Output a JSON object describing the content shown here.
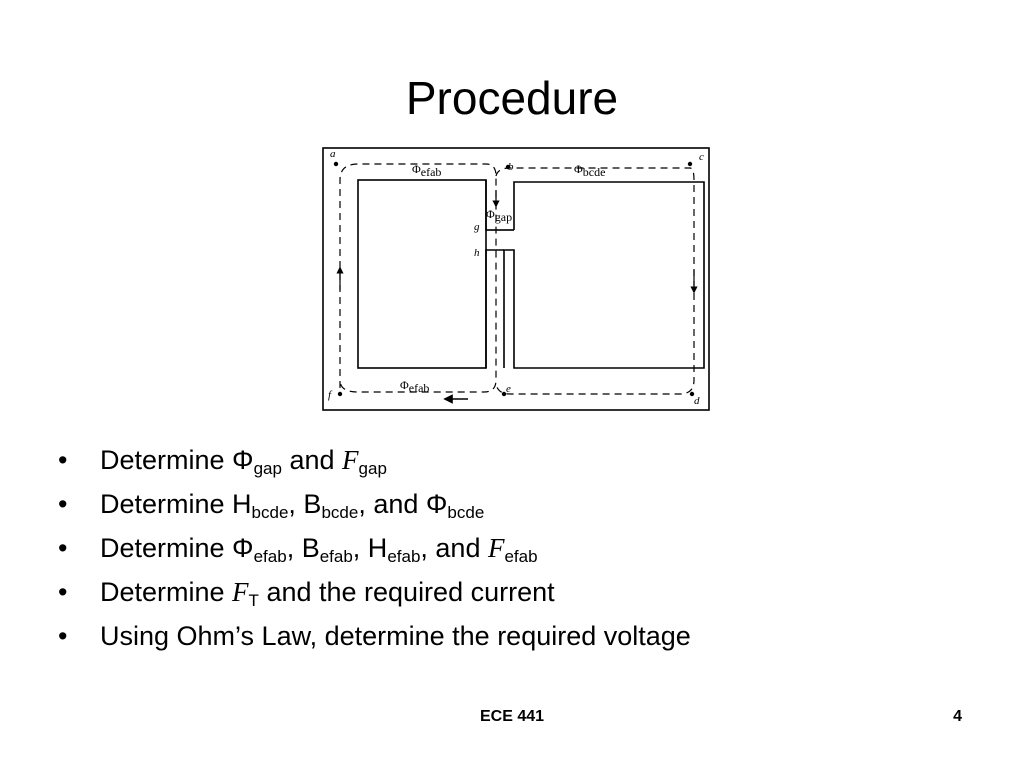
{
  "slide": {
    "title": "Procedure",
    "footer": "ECE 441",
    "page_number": "4"
  },
  "diagram": {
    "node_labels": {
      "a": "a",
      "b": "b",
      "c": "c",
      "d": "d",
      "e": "e",
      "f": "f",
      "g": "g",
      "h": "h"
    },
    "flux_symbol": "Φ",
    "flux_labels": {
      "efab_top": "efab",
      "bcde": "bcde",
      "gap": "gap",
      "efab_bottom": "efab"
    }
  },
  "bullets": [
    {
      "parts": [
        {
          "t": "Determine Φ"
        },
        {
          "sub": "gap"
        },
        {
          "t": " and "
        },
        {
          "script": "F"
        },
        {
          "sub": "gap"
        }
      ]
    },
    {
      "parts": [
        {
          "t": "Determine H"
        },
        {
          "sub": "bcde"
        },
        {
          "t": ", B"
        },
        {
          "sub": "bcde"
        },
        {
          "t": ", and Φ"
        },
        {
          "sub": "bcde"
        }
      ]
    },
    {
      "parts": [
        {
          "t": "Determine Φ"
        },
        {
          "sub": "efab"
        },
        {
          "t": ", B"
        },
        {
          "sub": "efab"
        },
        {
          "t": ", H"
        },
        {
          "sub": "efab"
        },
        {
          "t": ", and "
        },
        {
          "script": "F"
        },
        {
          "sub": "efab"
        }
      ]
    },
    {
      "parts": [
        {
          "t": "Determine "
        },
        {
          "script": "F"
        },
        {
          "sub": "T"
        },
        {
          "t": " and the required current"
        }
      ]
    },
    {
      "parts": [
        {
          "t": "Using Ohm’s Law, determine the required voltage"
        }
      ]
    }
  ]
}
